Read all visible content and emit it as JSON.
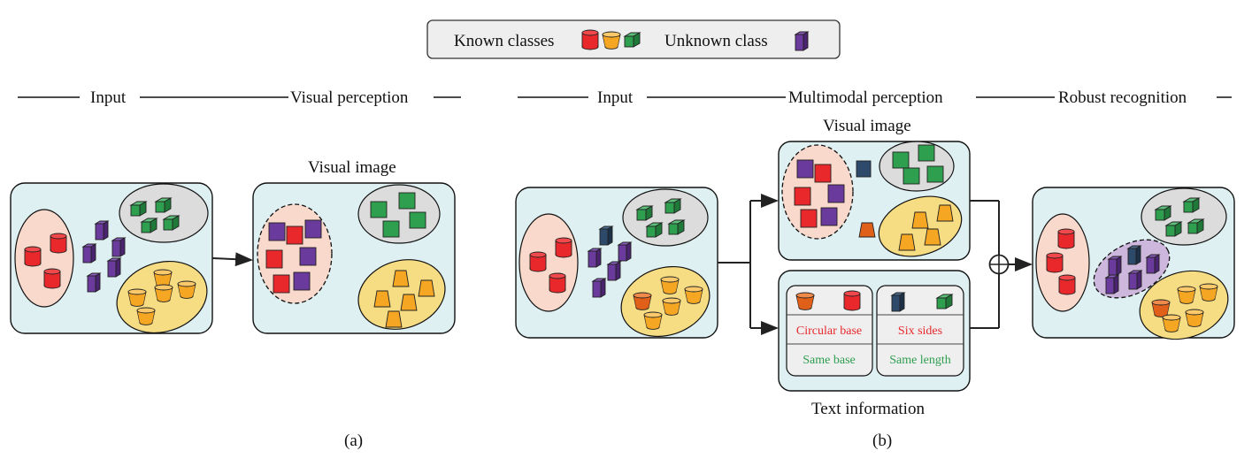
{
  "legend": {
    "known_label": "Known classes",
    "unknown_label": "Unknown class"
  },
  "panel_a": {
    "header_input": "Input",
    "header_perception": "Visual perception",
    "visual_image_title": "Visual image",
    "caption": "(a)"
  },
  "panel_b": {
    "header_input": "Input",
    "header_perception": "Multimodal perception",
    "header_recognition": "Robust recognition",
    "visual_image_title": "Visual image",
    "text_info_title": "Text information",
    "text_cards": {
      "left_top": "Circular base",
      "left_bottom": "Same base",
      "right_top": "Six sides",
      "right_bottom": "Same length"
    },
    "caption": "(b)"
  },
  "colors": {
    "panel_fill": "#dff0f2",
    "red": "#e8282b",
    "orange": "#f5a623",
    "green": "#2e9e4f",
    "purple": "#6a3a9c",
    "navy": "#2e4a6b",
    "red_group_fill": "#f9d9cc",
    "green_group_fill": "#dcdcdc",
    "yellow_group_fill": "#f6dc83",
    "unknown_group_fill": "#cdb7dd",
    "text_red": "#e8282b",
    "text_green": "#2e9e4f"
  },
  "icons": [
    "red-cylinder-icon",
    "orange-frustum-icon",
    "green-cube-icon",
    "purple-prism-icon",
    "navy-prism-icon",
    "oplus-icon",
    "arrow-icon"
  ]
}
